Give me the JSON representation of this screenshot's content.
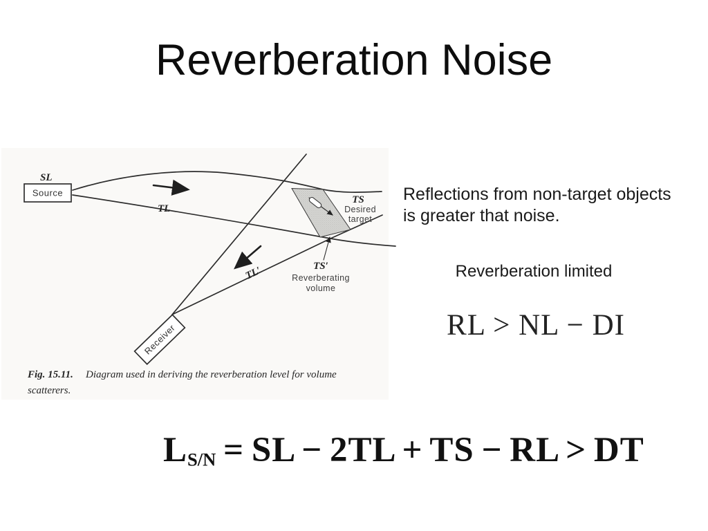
{
  "slide": {
    "title": "Reverberation Noise",
    "body": {
      "line1": "Reflections from non-target objects",
      "line2": "is greater that noise.",
      "sub_label": "Reverberation limited",
      "inequality": "RL > NL − DI"
    },
    "equation": {
      "base": "L",
      "subscript": "S/N",
      "rest": "= SL − 2TL + TS − RL > DT"
    }
  },
  "figure": {
    "caption": {
      "fig_label": "Fig. 15.11.",
      "line1_rest": "Diagram used in deriving the reverberation level for volume",
      "line2": "scatterers."
    },
    "labels": {
      "sl": "SL",
      "source": "Source",
      "tl": "TL",
      "ts": "TS",
      "desired1": "Desired",
      "desired2": "target",
      "ts_prime": "TS′",
      "reverb1": "Reverberating",
      "reverb2": "volume",
      "tl_prime": "TL′",
      "receiver": "Receiver"
    },
    "colors": {
      "ink": "#2d2d2d",
      "band_fill": "#d4d4d2",
      "scan_bg": "#faf9f7"
    }
  }
}
